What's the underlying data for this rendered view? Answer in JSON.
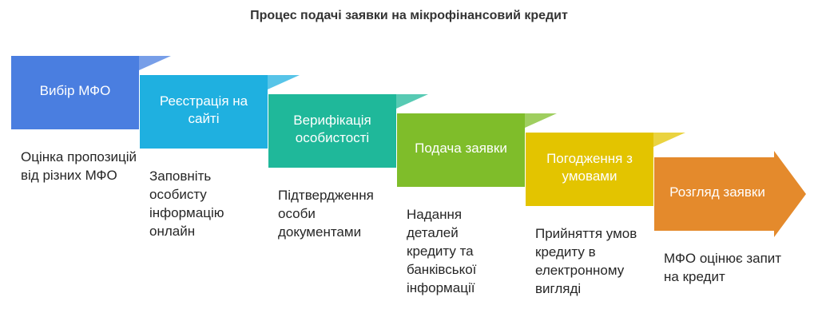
{
  "title": "Процес подачі заявки на мікрофінансовий кредит",
  "steps": [
    {
      "label": "Вибір МФО",
      "desc": "Оцінка пропозицій від різних МФО",
      "color": "#4a7ee0"
    },
    {
      "label": "Реєстрація на сайті",
      "desc": "Заповніть особисту інформацію онлайн",
      "color": "#1fb0e0"
    },
    {
      "label": "Верифікація особистості",
      "desc": "Підтвердження особи документами",
      "color": "#1fb89a"
    },
    {
      "label": "Подача заявки",
      "desc": "Надання деталей кредиту та банківської інформації",
      "color": "#7fbd2a"
    },
    {
      "label": "Погодження з умовами",
      "desc": "Прийняття умов кредиту в електронному вигляді",
      "color": "#e3c400"
    },
    {
      "label": "Розгляд заявки",
      "desc": "МФО оцінює запит на кредит",
      "color": "#e48a2c"
    }
  ]
}
